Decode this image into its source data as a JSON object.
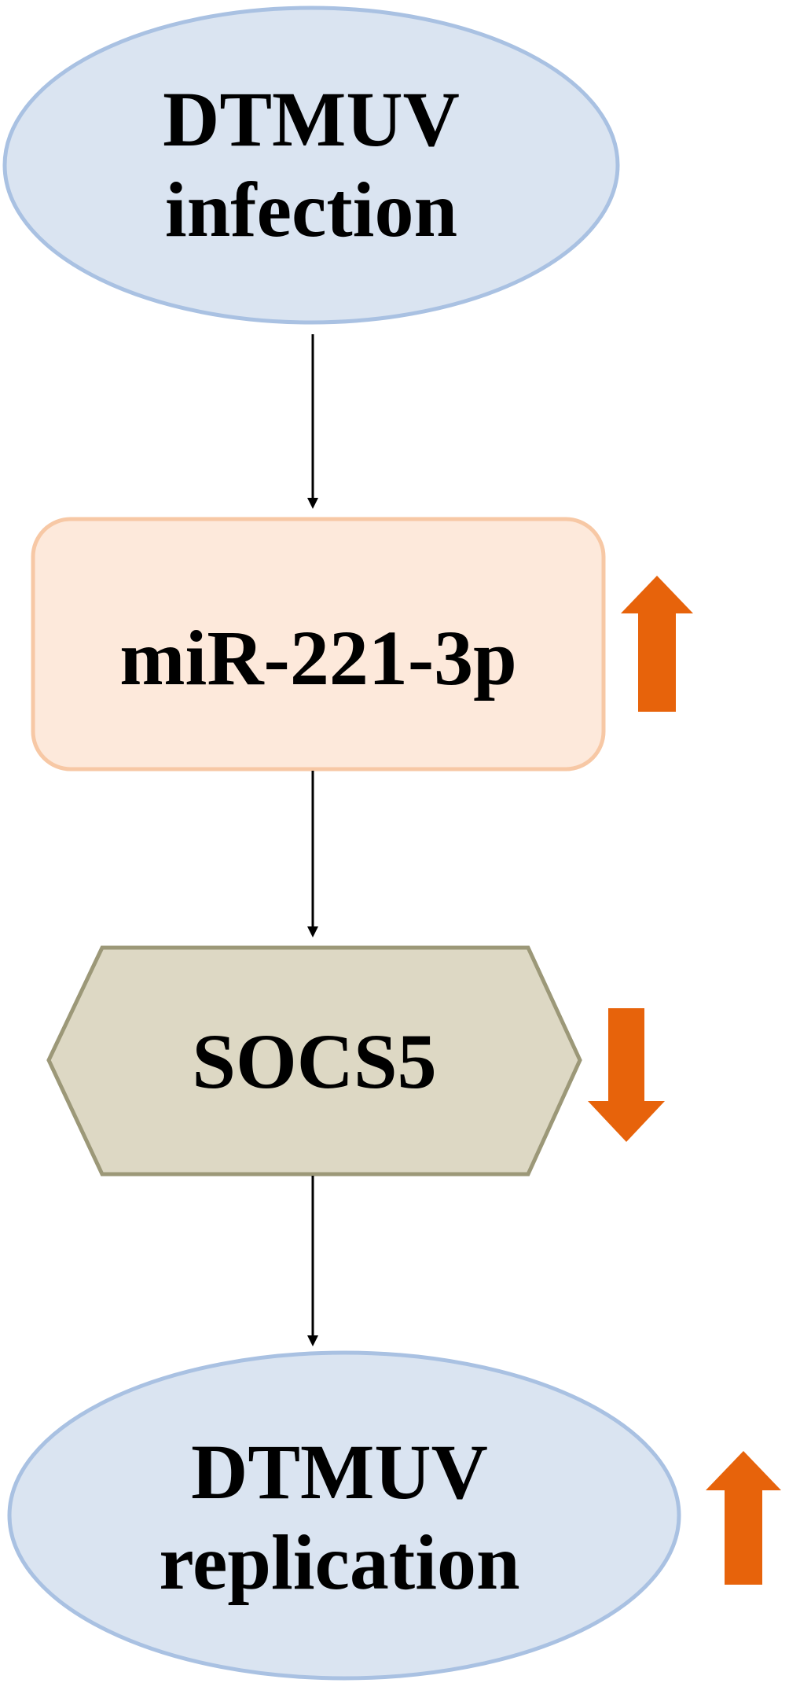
{
  "nodes": {
    "infection": {
      "line1": "DTMUV",
      "line2": "infection",
      "fill": "#dae4f1",
      "stroke": "#a9c1e2"
    },
    "mirna": {
      "label": "miR-221-3p",
      "fill": "#fde9db",
      "stroke": "#f7c8a5",
      "change": "up"
    },
    "socs5": {
      "label": "SOCS5",
      "fill": "#ddd8c4",
      "stroke": "#9c9878",
      "change": "down"
    },
    "replication": {
      "line1": "DTMUV",
      "line2": "replication",
      "fill": "#dae4f1",
      "stroke": "#a9c1e2",
      "change": "up"
    }
  },
  "colors": {
    "indicator_arrow": "#e7630b",
    "connector": "#000000"
  },
  "connectors": [
    {
      "from": "infection",
      "to": "mirna"
    },
    {
      "from": "mirna",
      "to": "socs5"
    },
    {
      "from": "socs5",
      "to": "replication"
    }
  ]
}
